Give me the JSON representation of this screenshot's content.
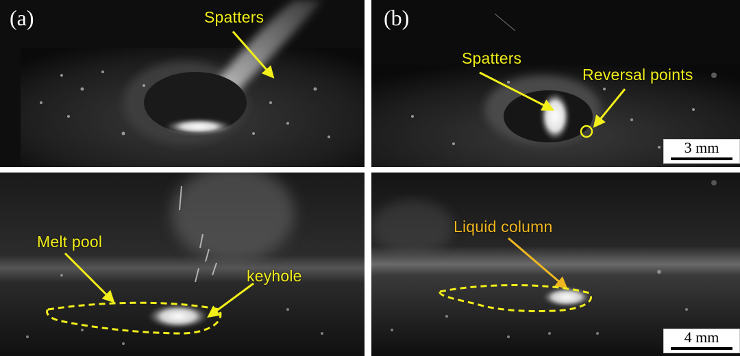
{
  "figure": {
    "panel_label_a": "(a)",
    "panel_label_b": "(b)",
    "annotations": {
      "tl_spatters": "Spatters",
      "tr_spatters": "Spatters",
      "tr_reversal": "Reversal points",
      "bl_melt_pool": "Melt pool",
      "bl_keyhole": "keyhole",
      "br_liquid_column": "Liquid column"
    },
    "scale_bars": {
      "top": "3 mm",
      "bottom": "4 mm"
    },
    "colors": {
      "annotation_yellow": "#f2ef1a",
      "annotation_orange": "#f0b820",
      "melt_pool_outline": "#f2ef1a"
    }
  }
}
